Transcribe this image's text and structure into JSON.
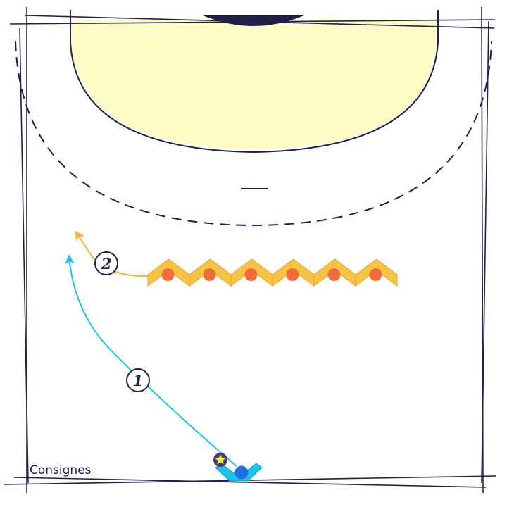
{
  "caption": "Consignes",
  "steps": [
    {
      "label": "1",
      "color": "#1fc2e8"
    },
    {
      "label": "2",
      "color": "#f6b33a"
    }
  ],
  "colors": {
    "court_line": "#22204a",
    "goal_area": "#fdfbc6",
    "goal": "#22204a",
    "attacker": "#1fc2e8",
    "attacker_dot": "#1f6fe0",
    "defender_fill": "#f6c445",
    "defender_dot": "#f26b3a",
    "ball": "#f4ee3c",
    "ball_ring": "#4b3a78"
  },
  "icons": {
    "ball": "handball-ball-icon",
    "attacker": "attacker-player-icon",
    "defender": "defender-player-icon"
  },
  "defender_count": 6
}
